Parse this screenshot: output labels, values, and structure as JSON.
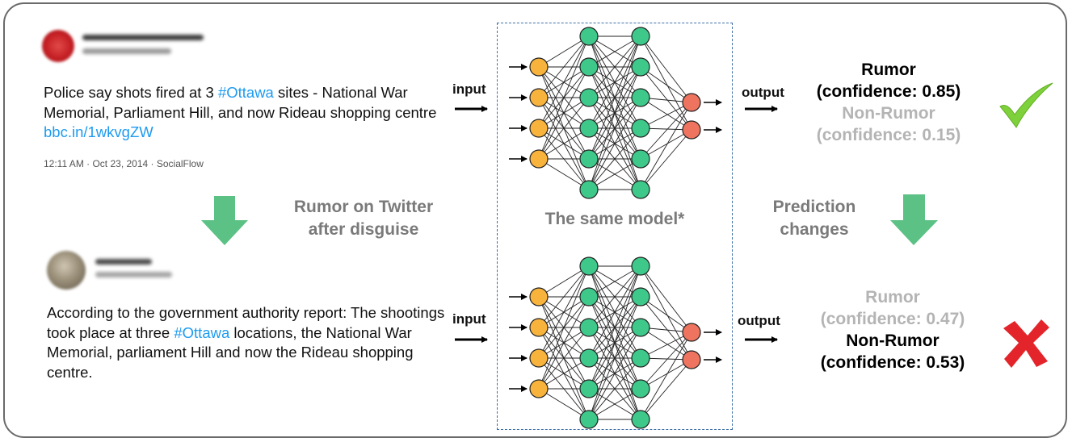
{
  "top_tweet": {
    "text_before": "Police say shots fired at 3 ",
    "hashtag": "#Ottawa",
    "text_after": " sites -  National War Memorial, Parliament Hill, and now Rideau shopping centre ",
    "link": "bbc.in/1wkvgZW",
    "meta": "12:11 AM · Oct 23, 2014 · SocialFlow"
  },
  "bottom_tweet": {
    "text_before": "According to the government authority report: The shootings took place at three ",
    "hashtag": "#Ottawa",
    "text_after": "  locations, the National War Memorial, parliament Hill and now the Rideau shopping centre."
  },
  "labels": {
    "disguise_line1": "Rumor on Twitter",
    "disguise_line2": "after disguise",
    "same_model": "The same model*",
    "prediction_line1": "Prediction",
    "prediction_line2": "changes",
    "input": "input",
    "output": "output"
  },
  "top_result": {
    "primary": "Rumor",
    "primary_conf": "(confidence: 0.85)",
    "secondary": "Non-Rumor",
    "secondary_conf": "(confidence: 0.15)",
    "verdict_icon": "check-icon"
  },
  "bottom_result": {
    "secondary": "Rumor",
    "secondary_conf": "(confidence: 0.47)",
    "primary": "Non-Rumor",
    "primary_conf": "(confidence: 0.53)",
    "verdict_icon": "cross-icon"
  },
  "colors": {
    "input_node": "#f8b33c",
    "hidden_node": "#3ec98a",
    "output_node": "#ef7460",
    "down_arrow": "#5cc184",
    "check": "#7fd13b",
    "cross": "#e3252b",
    "hashtag": "#1d9bf0"
  }
}
